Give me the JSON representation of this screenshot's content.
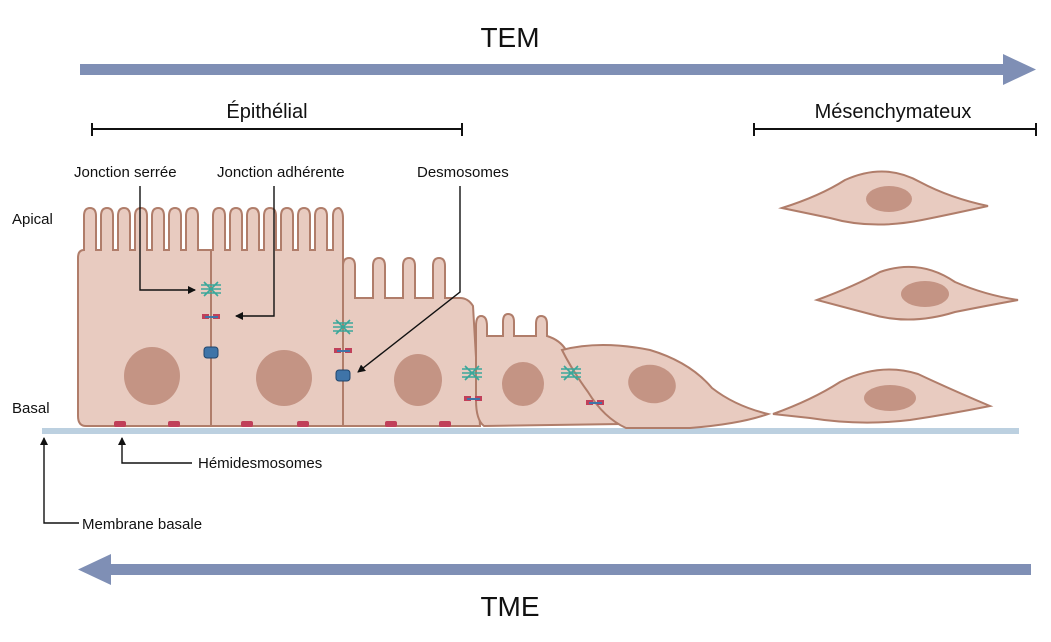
{
  "top_process": "TEM",
  "bottom_process": "TME",
  "states": {
    "epithelial": "Épithélial",
    "mesenchymal": "Mésenchymateux"
  },
  "side_labels": {
    "apical": "Apical",
    "basal": "Basal"
  },
  "callouts": {
    "tight_junction": "Jonction serrée",
    "adherens_junction": "Jonction adhérente",
    "desmosomes": "Desmosomes",
    "hemidesmosomes": "Hémidesmosomes",
    "basement_membrane": "Membrane basale"
  },
  "colors": {
    "arrow": "#7f8fb5",
    "membrane": "#bcd0e0",
    "cell_fill": "#e8cbc0",
    "cell_stroke": "#b07d6a",
    "nucleus": "#c49484",
    "tight_junction": "#3aa79a",
    "desmosome": "#3f74a8",
    "hemidesmosome": "#c0405a"
  }
}
